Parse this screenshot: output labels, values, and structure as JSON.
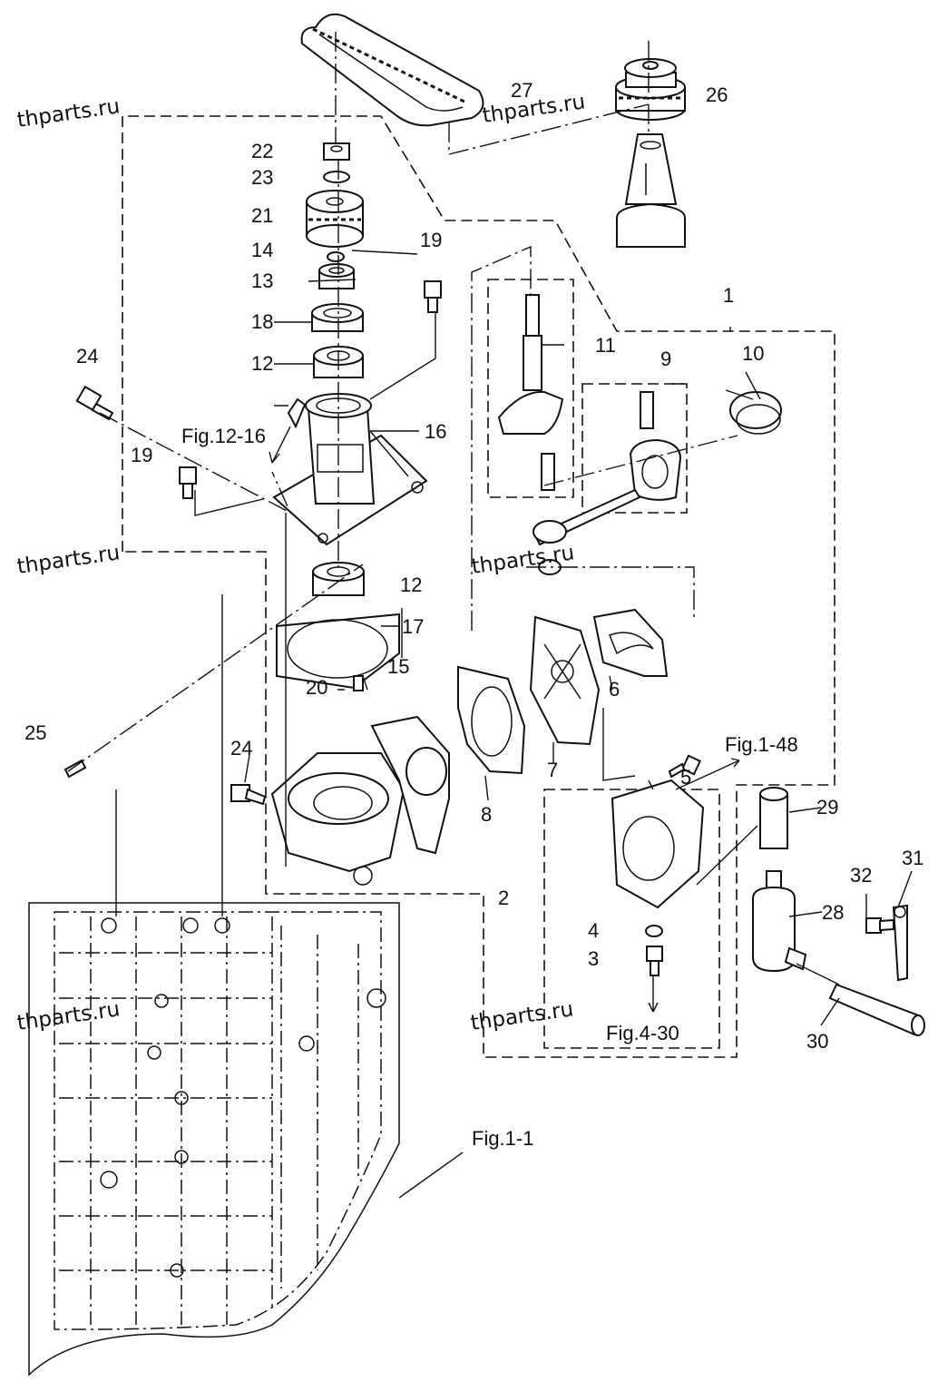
{
  "diagram": {
    "part_labels": {
      "p1": "1",
      "p2": "2",
      "p3": "3",
      "p4": "4",
      "p5": "5",
      "p6": "6",
      "p7": "7",
      "p8": "8",
      "p9": "9",
      "p10": "10",
      "p11": "11",
      "p12a": "12",
      "p12b": "12",
      "p13": "13",
      "p14": "14",
      "p15": "15",
      "p16": "16",
      "p17": "17",
      "p18": "18",
      "p19a": "19",
      "p19b": "19",
      "p20": "20",
      "p21": "21",
      "p22": "22",
      "p23": "23",
      "p24a": "24",
      "p24b": "24",
      "p25": "25",
      "p26": "26",
      "p27": "27",
      "p28": "28",
      "p29": "29",
      "p30": "30",
      "p31": "31",
      "p32": "32"
    },
    "figure_refs": {
      "fig12_16": "Fig.12-16",
      "fig1_48": "Fig.1-48",
      "fig4_30": "Fig.4-30",
      "fig1_1": "Fig.1-1"
    },
    "watermark": "thparts.ru"
  }
}
